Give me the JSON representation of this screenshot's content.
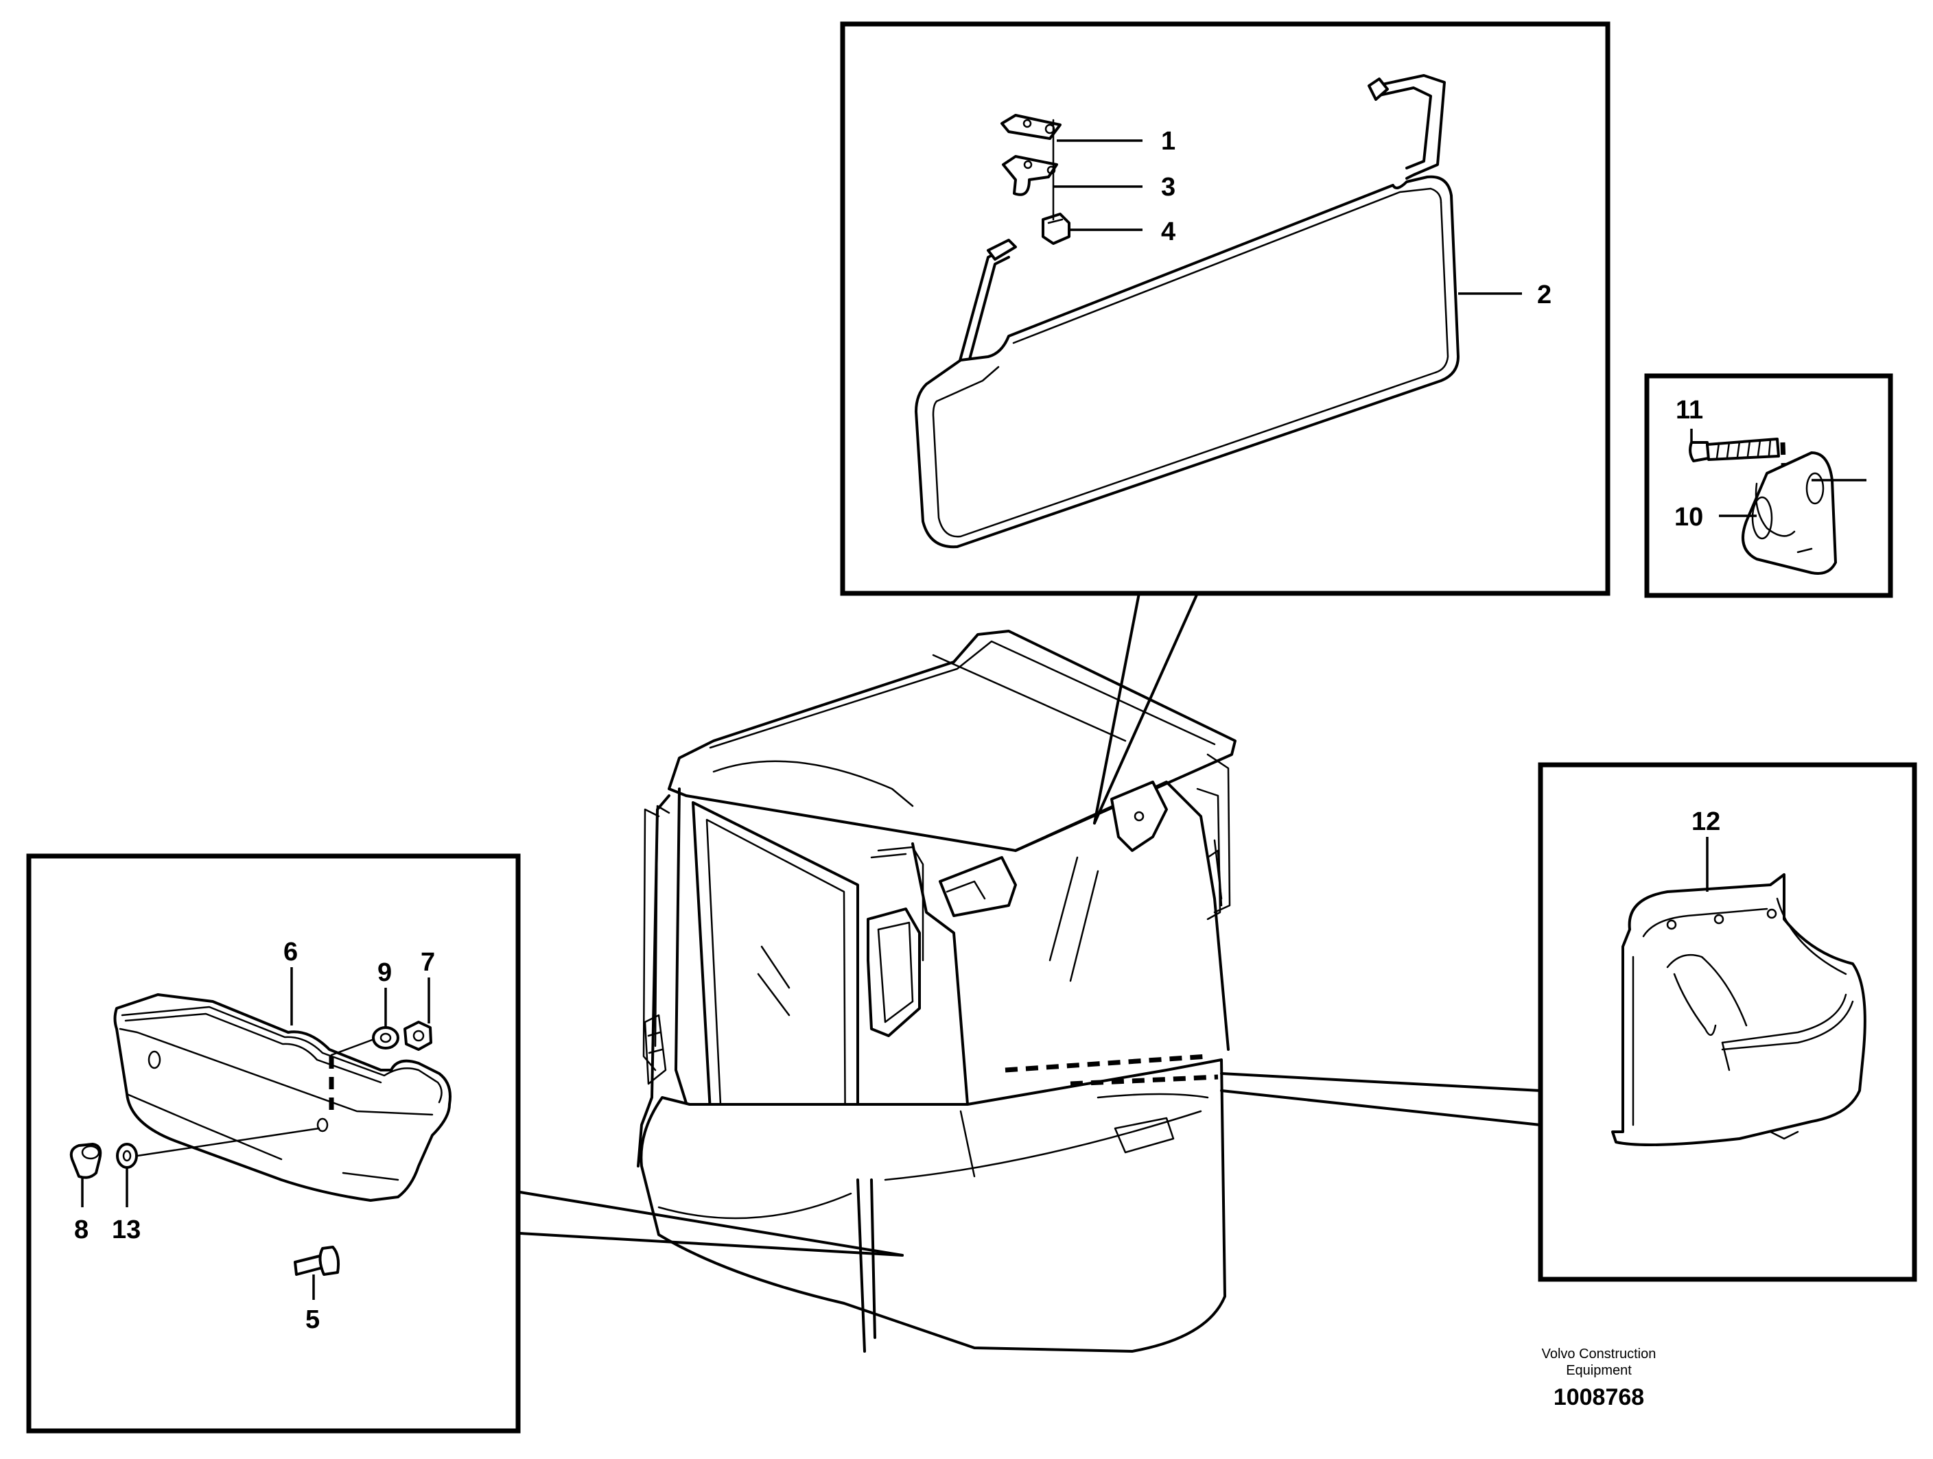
{
  "callouts": {
    "c1": "1",
    "c2": "2",
    "c3": "3",
    "c4": "4",
    "c5": "5",
    "c6": "6",
    "c7": "7",
    "c8": "8",
    "c9": "9",
    "c10": "10",
    "c11": "11",
    "c12": "12",
    "c13": "13"
  },
  "footer": {
    "brand_line1": "Volvo Construction",
    "brand_line2": "Equipment",
    "document_number": "1008768"
  }
}
